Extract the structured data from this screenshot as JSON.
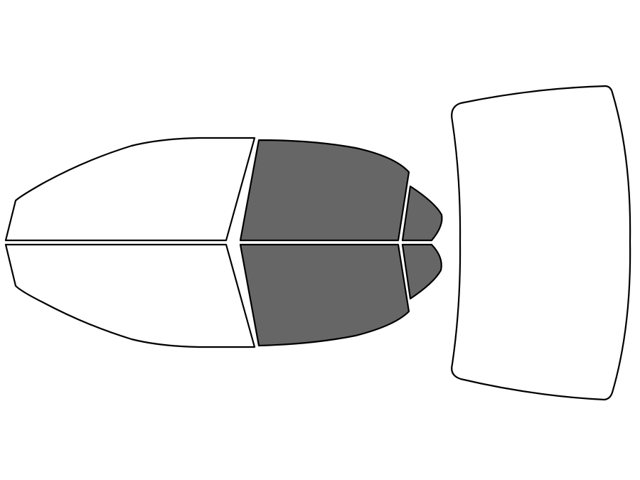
{
  "colors": {
    "background": "#ffffff",
    "outline": "#000000",
    "untinted_fill": "#ffffff",
    "tinted_fill": "#666666"
  },
  "windows": [
    {
      "name": "front-windshield-upper-half",
      "tinted": false
    },
    {
      "name": "front-windshield-lower-half",
      "tinted": false
    },
    {
      "name": "rear-door-window-upper",
      "tinted": true
    },
    {
      "name": "rear-door-window-lower",
      "tinted": true
    },
    {
      "name": "rear-quarter-window-upper",
      "tinted": true
    },
    {
      "name": "rear-quarter-window-lower",
      "tinted": true
    },
    {
      "name": "rear-window",
      "tinted": false
    }
  ]
}
